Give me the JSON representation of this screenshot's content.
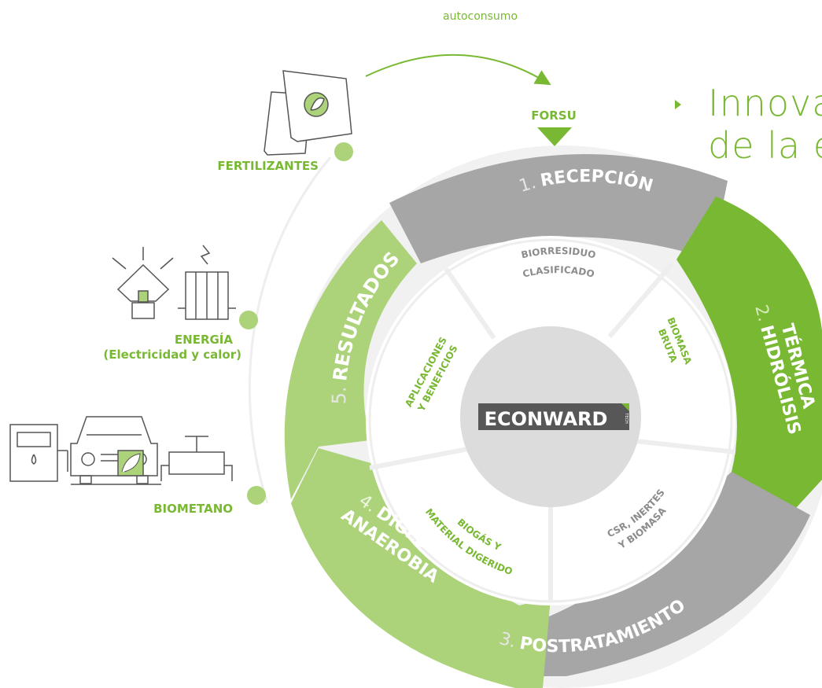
{
  "header": {
    "line1": "Innova",
    "line2": "de la e"
  },
  "flow": {
    "top_label": "autoconsumo",
    "input_label": "FORSU"
  },
  "outputs": {
    "fertilizantes": "FERTILIZANTES",
    "energia_line1": "ENERGÍA",
    "energia_line2": "(Electricidad y calor)",
    "biometano": "BIOMETANO"
  },
  "stages": [
    {
      "num": "1.",
      "name": "RECEPCIÓN"
    },
    {
      "num": "2.",
      "name_line1": "HIDRÓLISIS",
      "name_line2": "TÉRMICA"
    },
    {
      "num": "3.",
      "name": "POSTRATAMIENTO"
    },
    {
      "num": "4.",
      "name_line1": "DIGESTIÓN",
      "name_line2": "ANAEROBIA"
    },
    {
      "num": "5.",
      "name": "RESULTADOS"
    }
  ],
  "products": {
    "p1_line1": "BIORRESIDUO",
    "p1_line2": "CLASIFICADO",
    "p2_line1": "BIOMASA",
    "p2_line2": "BRUTA",
    "p3_line1": "CSR, INERTES",
    "p3_line2": "Y BIOMASA",
    "p4_line1": "BIOGÁS Y",
    "p4_line2": "MATERIAL DIGERIDO",
    "p5_line1": "APLICACIONES",
    "p5_line2": "Y BENEFICIOS"
  },
  "logo": {
    "text": "ECONWARD",
    "tag": "TECH"
  },
  "colors": {
    "green_dark": "#79b833",
    "green_light": "#acd37a",
    "gray": "#a6a6a6",
    "ring_bg": "#f1f1f1",
    "center": "#dcdcdc",
    "product_text": "#8c8c8c",
    "logo_bg": "#575757"
  }
}
